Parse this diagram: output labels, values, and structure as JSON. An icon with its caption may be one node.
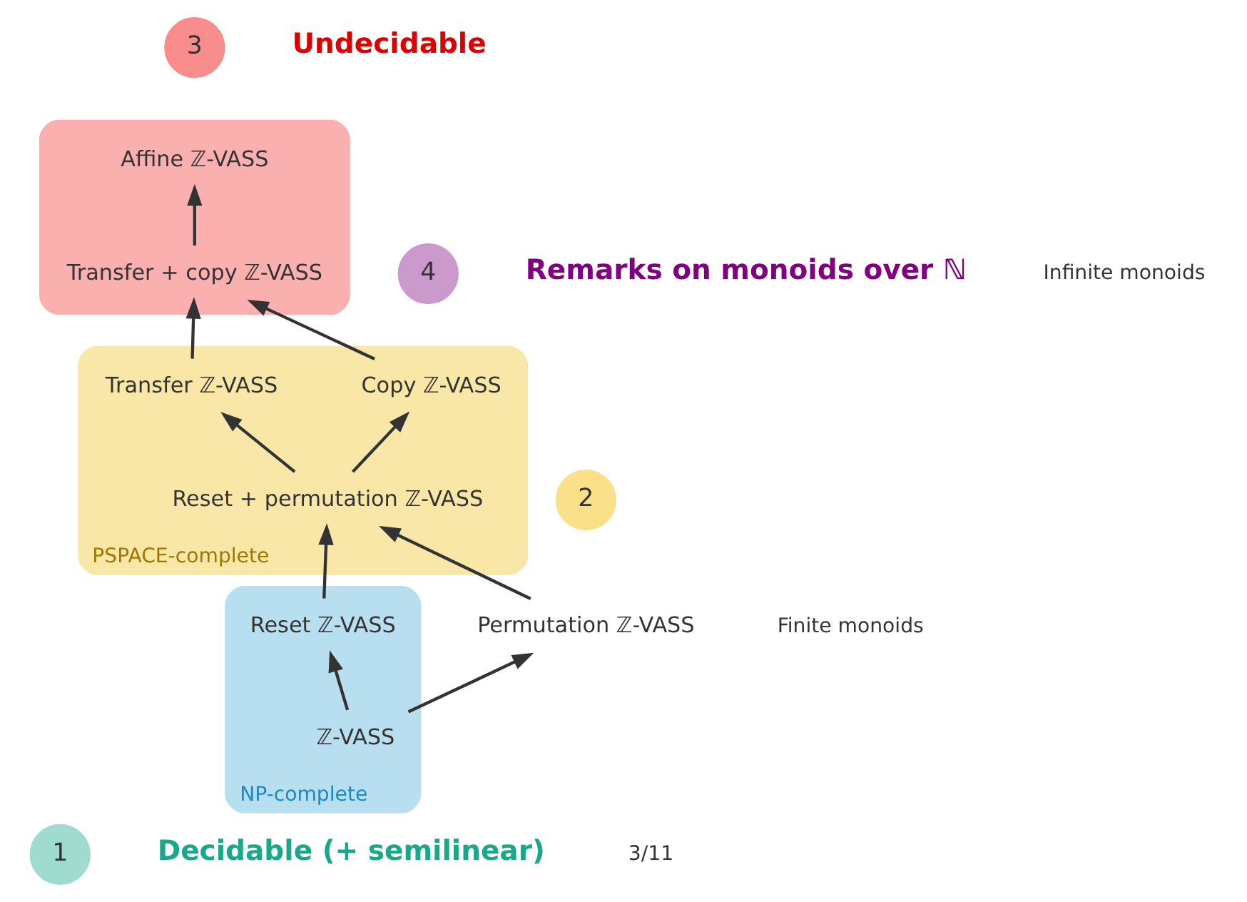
{
  "diagram": {
    "nodes": [
      {
        "text": [
          "3"
        ],
        "beside": [
          "Undecidable"
        ]
      },
      {
        "text": [],
        "shape": "ellipse"
      },
      {
        "text": [
          "Affine ℤ-VASS"
        ],
        "in": 1
      },
      {
        "text": [
          "Transfer + copy ℤ-VASS"
        ],
        "in": 1
      },
      {
        "text": [
          "4"
        ],
        "beside": [
          "Remarks on monoids over ℕ"
        ]
      },
      {
        "text": [
          "PSPACE-complete"
        ]
      },
      {
        "text": [
          "Transfer ℤ-VASS"
        ],
        "in": 5
      },
      {
        "text": [
          "Copy ℤ-VASS"
        ],
        "in": 5
      },
      {
        "text": [
          "Reset + permutation ℤ-VASS"
        ],
        "in": 5
      },
      {
        "text": [
          "2"
        ]
      },
      {
        "text": [
          "NP-complete"
        ]
      },
      {
        "text": [
          "Reset ℤ-VASS"
        ],
        "in": 10
      },
      {
        "text": [
          "Permutation ℤ-VASS"
        ]
      },
      {
        "text": [
          "ℤ-VASS"
        ],
        "in": 10
      },
      {
        "text": [
          "1"
        ],
        "beside": [
          "Decidable (+ semilinear)"
        ]
      }
    ],
    "edges": [
      {
        "from": 3,
        "to": 2,
        "arrow": "to"
      },
      {
        "from": 6,
        "to": 3,
        "arrow": "to"
      },
      {
        "from": 7,
        "to": 3,
        "arrow": "to"
      },
      {
        "from": 8,
        "to": 6,
        "arrow": "to"
      },
      {
        "from": 8,
        "to": 7,
        "arrow": "to"
      },
      {
        "from": 11,
        "to": 8,
        "arrow": "to"
      },
      {
        "from": 12,
        "to": 8,
        "arrow": "to"
      },
      {
        "from": 13,
        "to": 11,
        "arrow": "to"
      },
      {
        "from": 13,
        "to": 12,
        "arrow": "to"
      }
    ],
    "labels": [
      "Infinite monoids",
      "Finite monoids",
      "3/11"
    ]
  }
}
